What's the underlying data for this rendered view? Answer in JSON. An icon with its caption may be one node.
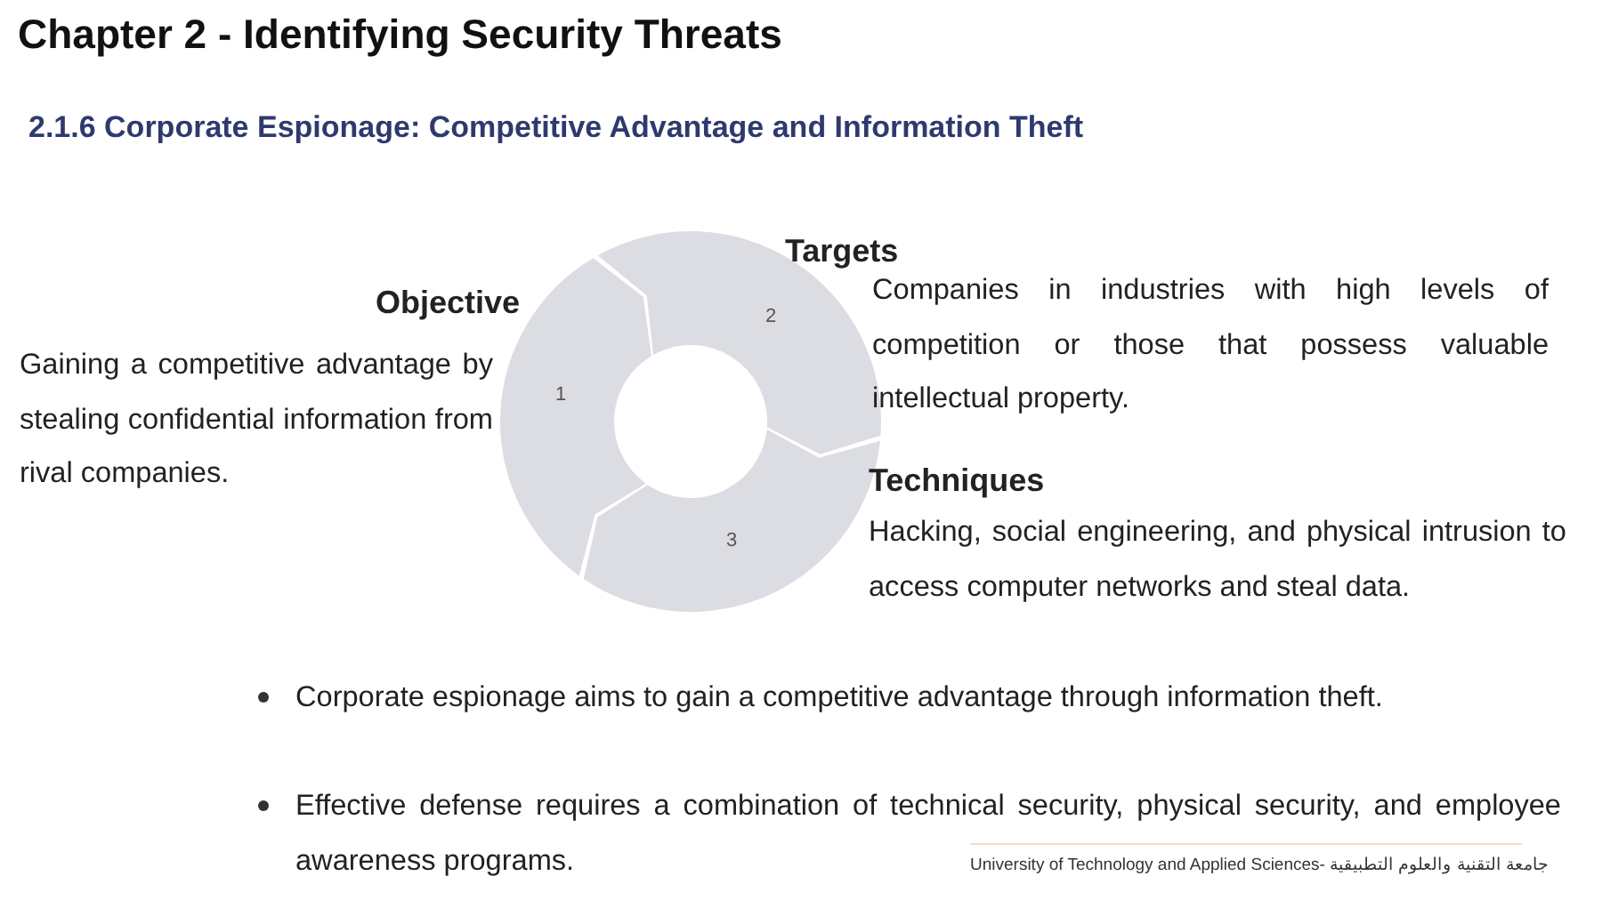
{
  "diagram": {
    "title": "Chapter 2 - Identifying Security Threats",
    "nodes": [
      {
        "text": [
          "1"
        ]
      },
      {
        "text": [
          "2"
        ]
      },
      {
        "text": [
          "3"
        ]
      }
    ],
    "labels": [
      "2.1.6 Corporate Espionage: Competitive Advantage and Information Theft",
      "Objective",
      "Gaining a competitive advantage by stealing confidential information from rival companies.",
      "Targets",
      "Companies in industries with high levels of competition or those that possess valuable intellectual property.",
      "Techniques",
      "Hacking, social engineering, and physical intrusion to access computer networks and steal data.",
      "Corporate espionage aims to gain a competitive advantage through information theft.",
      "Effective defense requires a combination of technical security, physical security, and employee awareness programs.",
      "University of Technology and Applied Sciences- جامعة التقنية والعلوم التطبيقية"
    ]
  }
}
